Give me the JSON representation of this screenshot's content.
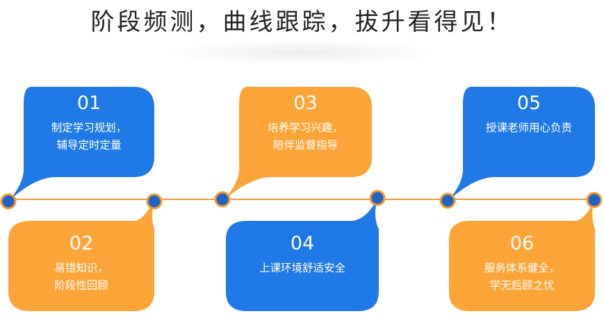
{
  "title": "阶段频测，曲线跟踪，拔升看得见！",
  "colors": {
    "blue": "#1f79e6",
    "orange": "#fba438",
    "line": "#f39a2c",
    "node": "#1f63c9"
  },
  "steps": [
    {
      "num": "01",
      "lines": [
        "制定学习规划，",
        "辅导定时定量"
      ]
    },
    {
      "num": "02",
      "lines": [
        "易错知识，",
        "阶段性回顾"
      ]
    },
    {
      "num": "03",
      "lines": [
        "培养学习兴趣，",
        "陪伴监督指导"
      ]
    },
    {
      "num": "04",
      "lines": [
        "上课环境舒适安全",
        ""
      ]
    },
    {
      "num": "05",
      "lines": [
        "授课老师用心负责",
        ""
      ]
    },
    {
      "num": "06",
      "lines": [
        "服务体系健全，",
        "学无后顾之忧"
      ]
    }
  ]
}
